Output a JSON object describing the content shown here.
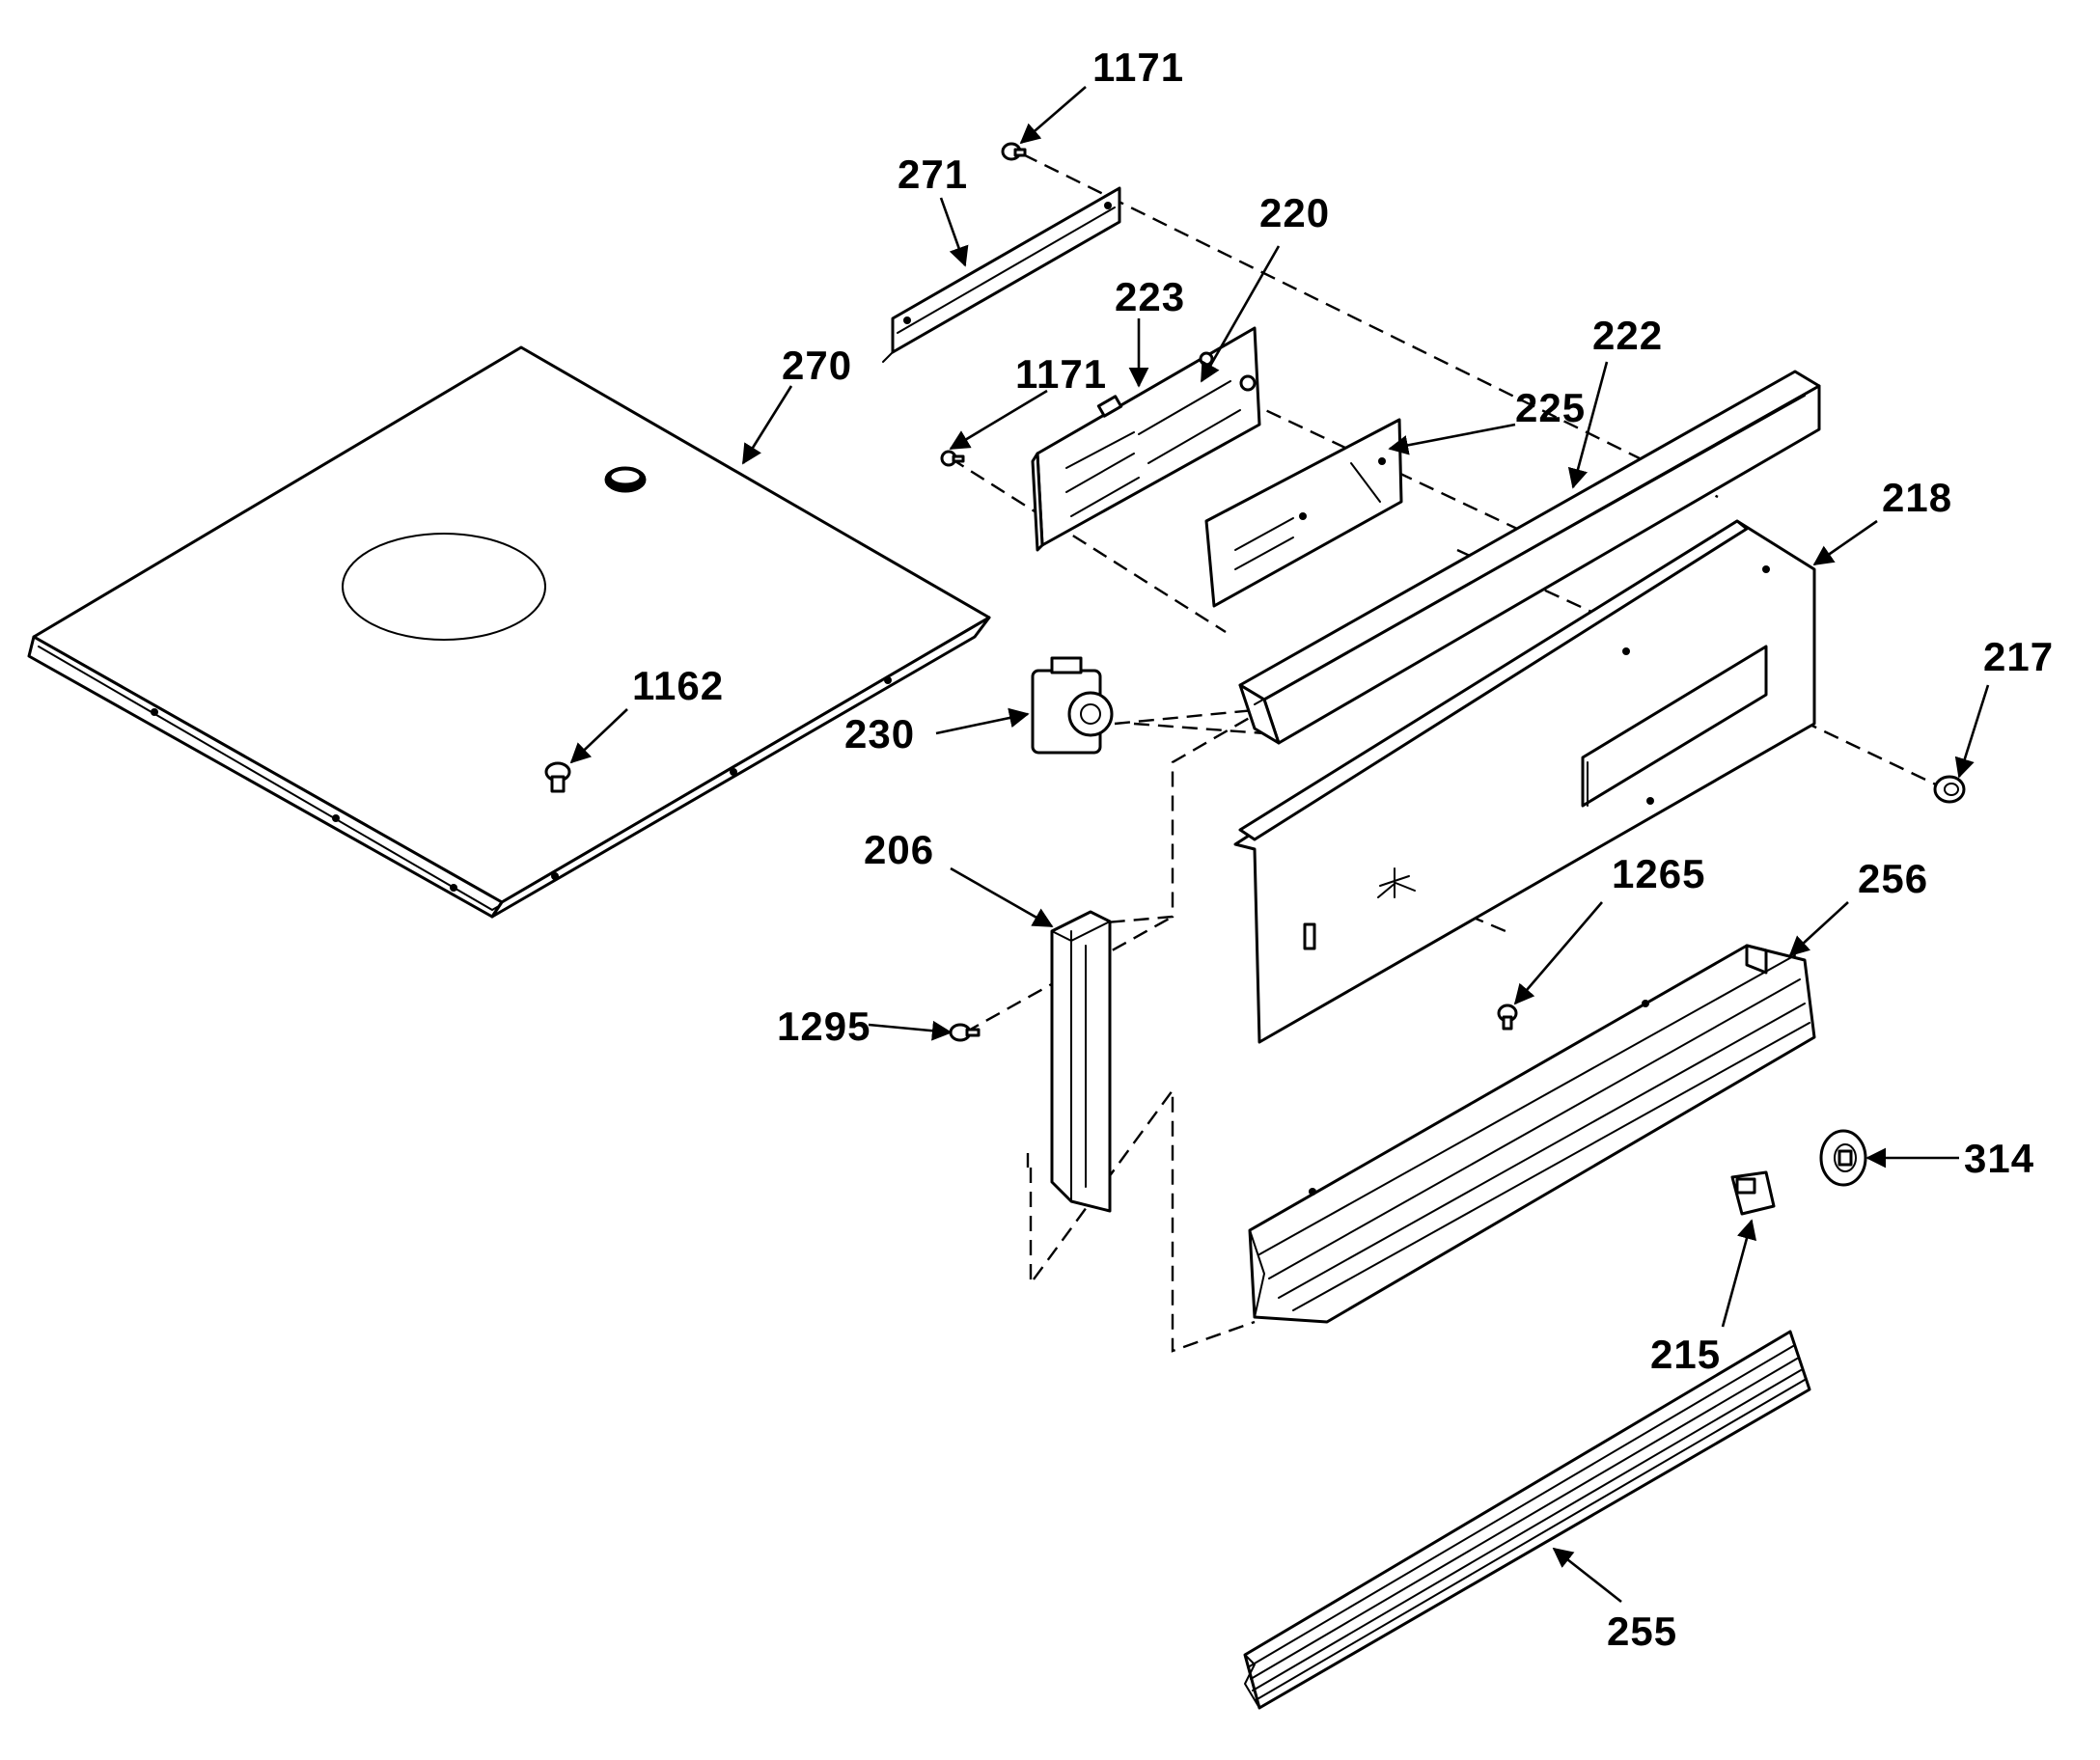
{
  "labels": {
    "p1171_top": "1171",
    "p271": "271",
    "p220": "220",
    "p223": "223",
    "p222": "222",
    "p270": "270",
    "p1171_mid": "1171",
    "p225": "225",
    "p218": "218",
    "p217": "217",
    "p1162": "1162",
    "p230": "230",
    "p206": "206",
    "p1265": "1265",
    "p256": "256",
    "p1295": "1295",
    "p314": "314",
    "p215": "215",
    "p255": "255"
  },
  "colors": {
    "line": "#000000",
    "background": "#ffffff"
  }
}
